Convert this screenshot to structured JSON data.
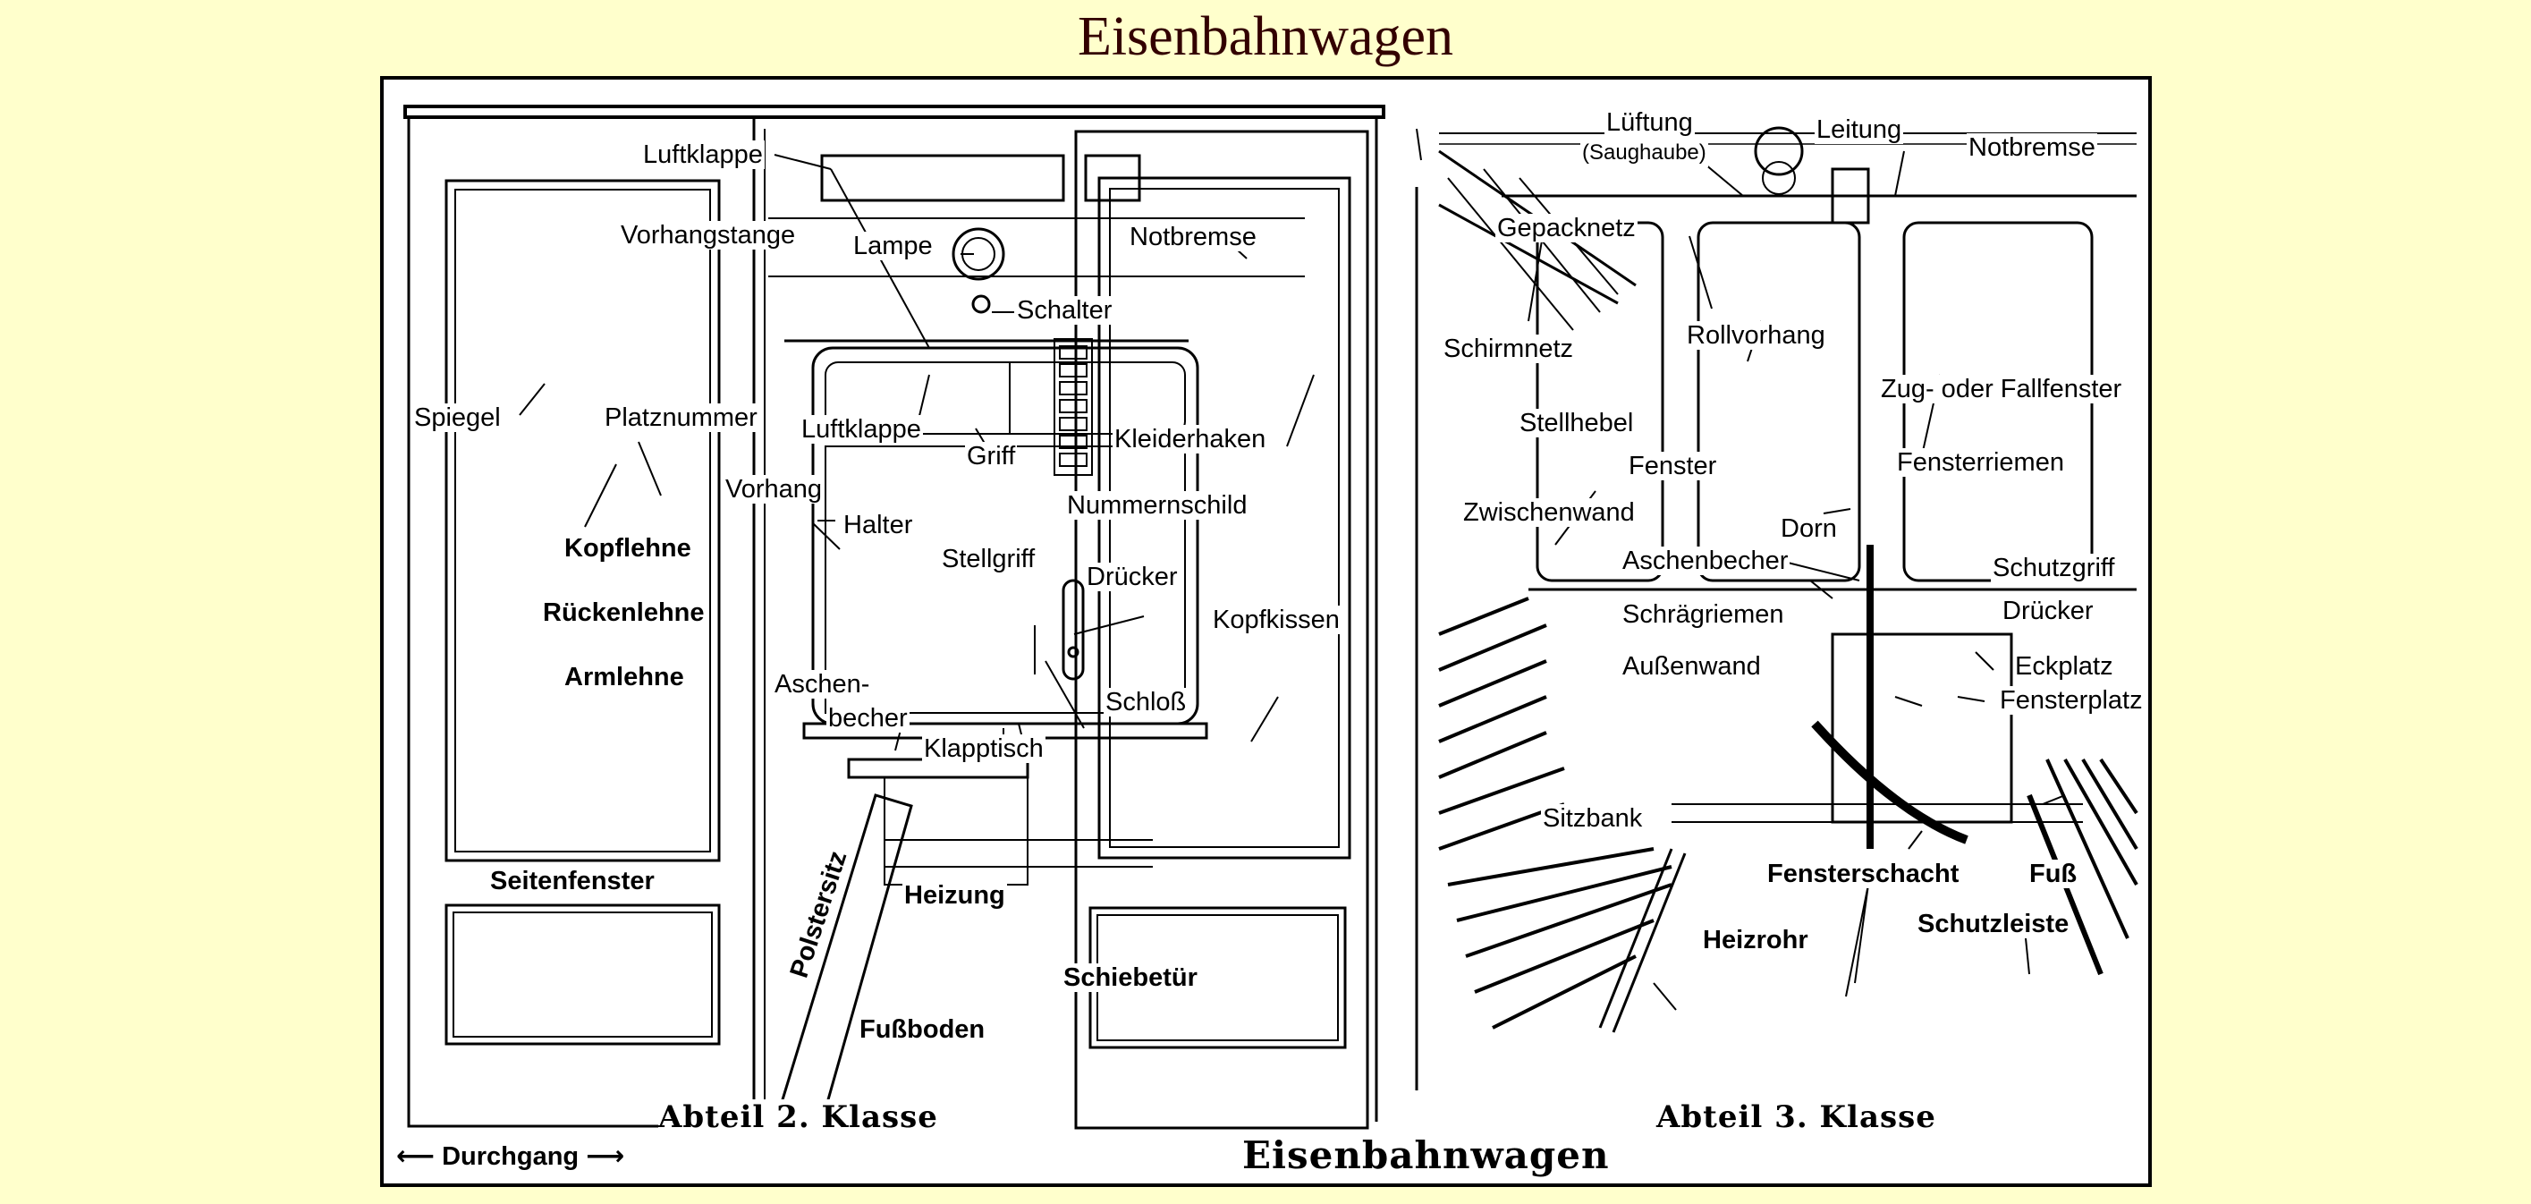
{
  "page": {
    "title": "Eisenbahnwagen"
  },
  "diagram": {
    "main_caption": "Eisenbahnwagen",
    "compartment_2": {
      "caption": "Abteil 2. Klasse",
      "labels": [
        "Luftklappe",
        "Vorhangstange",
        "Lampe",
        "Notbremse",
        "Schalter",
        "Spiegel",
        "Platznummer",
        "Luftklappe",
        "Griff",
        "Kleiderhaken",
        "Vorhang",
        "Halter",
        "Nummernschild",
        "Kopflehne",
        "Stellgriff",
        "Drücker",
        "Rückenlehne",
        "Kopfkissen",
        "Armlehne",
        "Aschen-",
        "becher",
        "Schloß",
        "Klapptisch",
        "Seitenfenster",
        "Polstersitz",
        "Heizung",
        "Schiebetür",
        "Fußboden"
      ]
    },
    "compartment_3": {
      "caption": "Abteil 3. Klasse",
      "labels": [
        "Lüftung",
        "(Saughaube)",
        "Leitung",
        "Notbremse",
        "Gepacknetz",
        "Rollvorhang",
        "Schirmnetz",
        "Zug- oder Fallfenster",
        "Stellhebel",
        "Fenster",
        "Fensterriemen",
        "Zwischenwand",
        "Dorn",
        "Aschenbecher",
        "Schutzgriff",
        "Schrägriemen",
        "Drücker",
        "Außenwand",
        "Eckplatz",
        "Fensterplatz",
        "Sitzbank",
        "Fensterschacht",
        "Fuß",
        "Heizrohr",
        "Schutzleiste"
      ]
    },
    "passage": {
      "label": "Durchgang",
      "arrow_left": "⟵",
      "arrow_right": "⟶"
    }
  }
}
